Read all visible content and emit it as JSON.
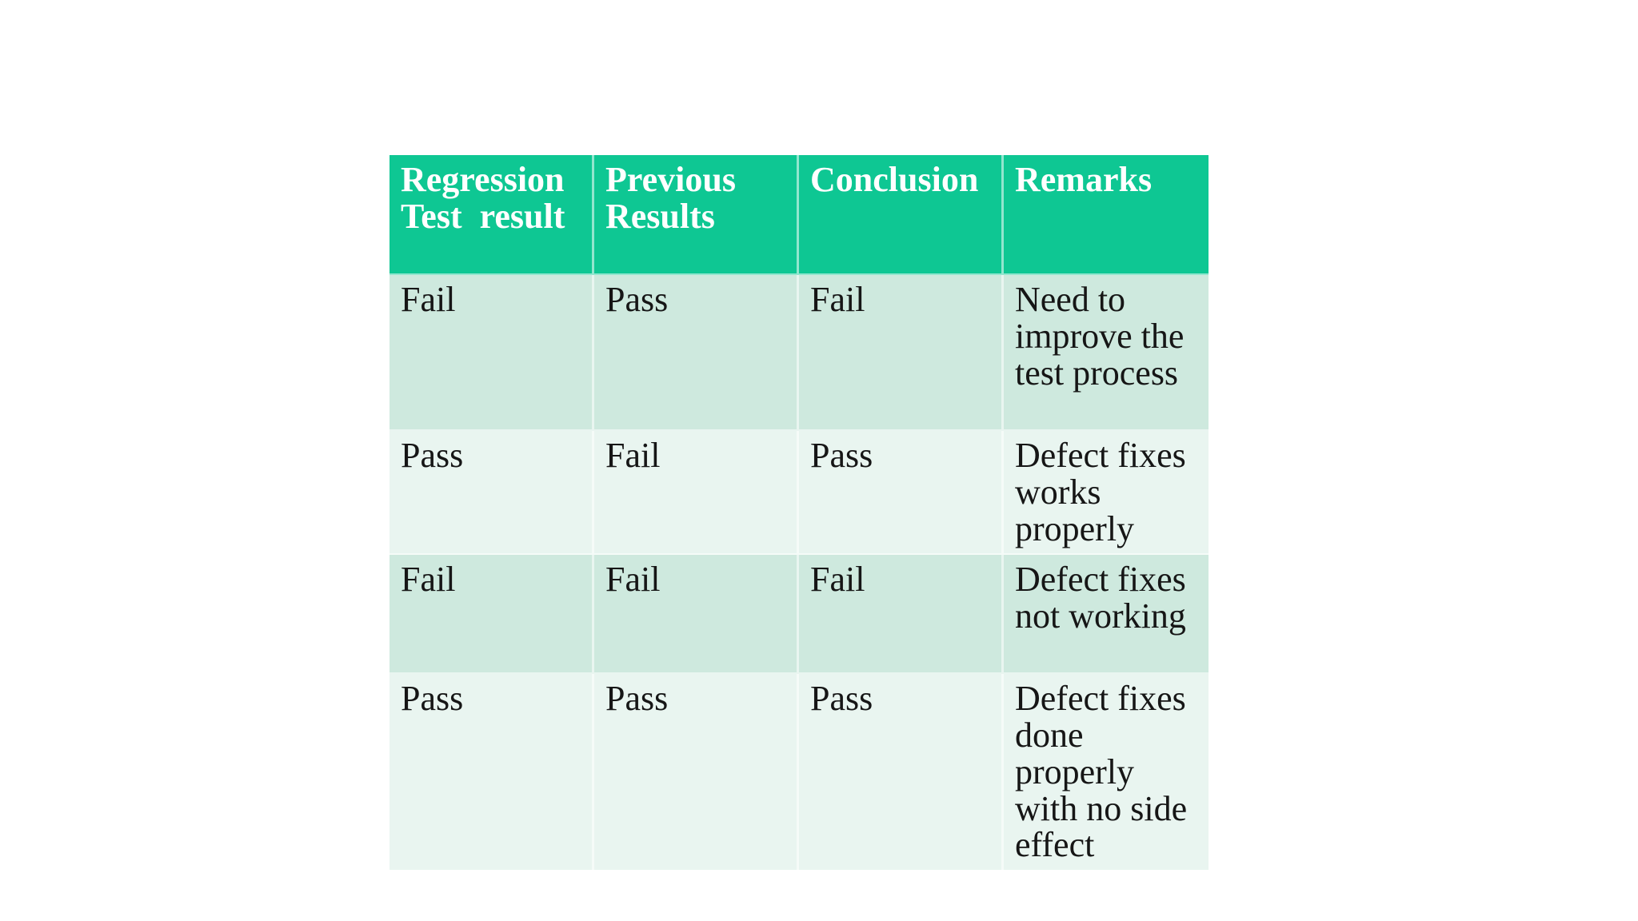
{
  "theme": {
    "accent_green": "#0ec793",
    "row_mint_dark": "#cee9de",
    "row_mint_light": "#e9f5f0",
    "header_text": "#ffffff",
    "body_text": "#161616",
    "divider": "rgba(255,255,255,0.55)"
  },
  "table": {
    "columns": [
      {
        "label": "Regression\nTest  result"
      },
      {
        "label": "Previous\nResults"
      },
      {
        "label": "Conclusion"
      },
      {
        "label": "Remarks"
      }
    ],
    "rows": [
      {
        "cells": [
          "Fail",
          "Pass",
          "Fail",
          "Need to\nimprove the\ntest process"
        ]
      },
      {
        "cells": [
          "Pass",
          "Fail",
          "Pass",
          "Defect fixes\nworks\nproperly"
        ]
      },
      {
        "cells": [
          "Fail",
          "Fail",
          "Fail",
          "Defect fixes\nnot working"
        ]
      },
      {
        "cells": [
          "Pass",
          "Pass",
          "Pass",
          "Defect fixes\ndone\nproperly\nwith no side\neffect"
        ]
      }
    ]
  }
}
